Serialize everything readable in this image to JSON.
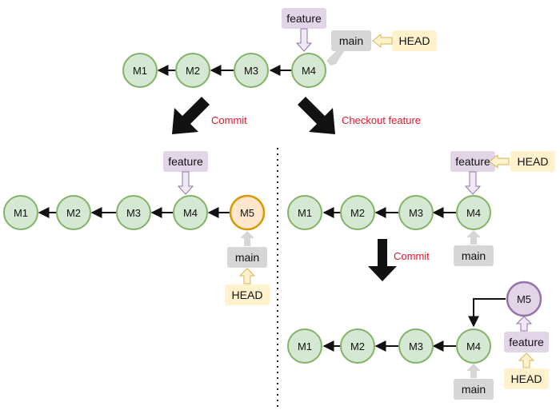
{
  "labels": {
    "feature": "feature",
    "main": "main",
    "head": "HEAD",
    "commit_arrow_label": "Commit",
    "checkout_arrow_label": "Checkout feature"
  },
  "commits": {
    "m1": "M1",
    "m2": "M2",
    "m3": "M3",
    "m4": "M4",
    "m5": "M5"
  },
  "colors": {
    "commit_fill": "#d5e8d4",
    "commit_stroke": "#82b366",
    "new_commit_main_fill": "#ffe6cc",
    "new_commit_main_stroke": "#d79b00",
    "new_commit_feature_fill": "#e1d5e7",
    "new_commit_feature_stroke": "#9673a6",
    "feature_label_fill": "#e1d5e7",
    "main_label_fill": "#d6d6d6",
    "head_label_fill": "#fff2cc",
    "arrow_text": "#e0172d"
  }
}
